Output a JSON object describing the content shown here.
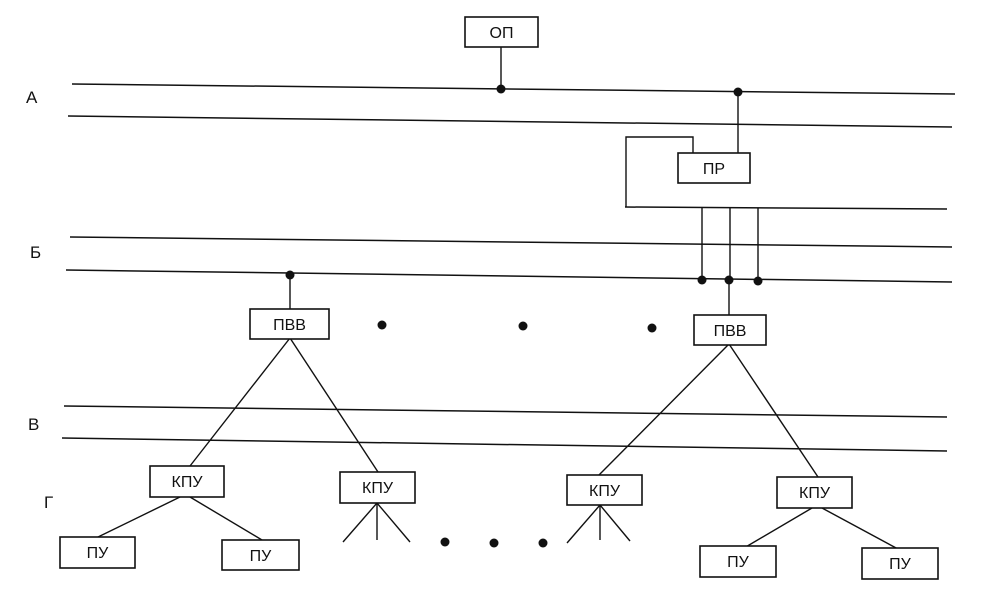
{
  "levels": {
    "a": "А",
    "b": "Б",
    "v": "В",
    "g": "Г"
  },
  "nodes": {
    "op": "ОП",
    "pr": "ПР",
    "pvv_left": "ПВВ",
    "pvv_right": "ПВВ",
    "kpu_1": "КПУ",
    "kpu_2": "КПУ",
    "kpu_3": "КПУ",
    "kpu_4": "КПУ",
    "pu_1": "ПУ",
    "pu_2": "ПУ",
    "pu_3": "ПУ",
    "pu_4": "ПУ"
  },
  "colors": {
    "ink": "#111111",
    "paper": "#ffffff"
  }
}
